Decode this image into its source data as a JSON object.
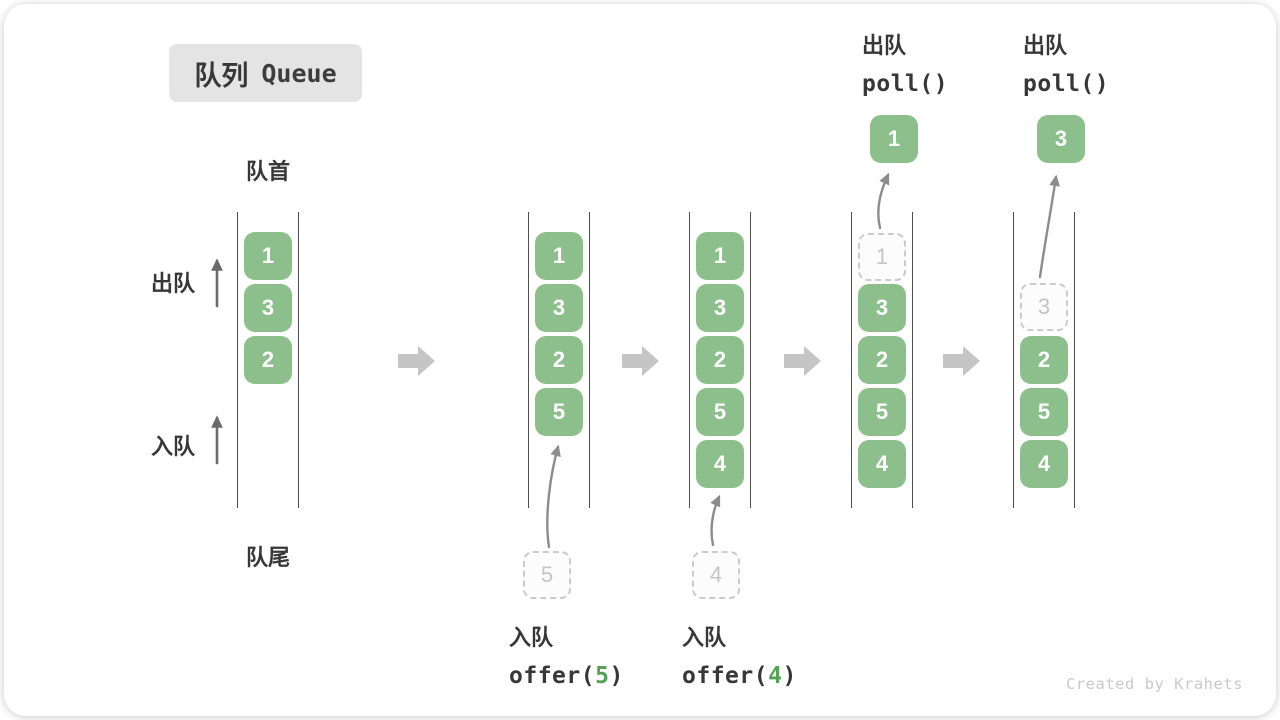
{
  "title": {
    "zh": "队列",
    "en": "Queue"
  },
  "labels": {
    "front": "队首",
    "rear": "队尾",
    "dequeue": "出队",
    "enqueue": "入队"
  },
  "ops": {
    "enqueue5": {
      "label": "入队",
      "fn": "offer(",
      "arg": "5",
      "close": ")"
    },
    "enqueue4": {
      "label": "入队",
      "fn": "offer(",
      "arg": "4",
      "close": ")"
    },
    "poll_a": {
      "label": "出队",
      "code": "poll()"
    },
    "poll_b": {
      "label": "出队",
      "code": "poll()"
    }
  },
  "states": [
    {
      "blocks": [
        "1",
        "3",
        "2"
      ]
    },
    {
      "blocks": [
        "1",
        "3",
        "2",
        "5"
      ],
      "ghost": "5"
    },
    {
      "blocks": [
        "1",
        "3",
        "2",
        "5",
        "4"
      ],
      "ghost": "4"
    },
    {
      "blocks": [
        "3",
        "2",
        "5",
        "4"
      ],
      "ghost": "1",
      "popped": "1"
    },
    {
      "blocks": [
        "2",
        "5",
        "4"
      ],
      "ghost": "3",
      "popped": "3"
    }
  ],
  "watermark": "Created by Krahets",
  "colors": {
    "block_green": "#8dbf8d",
    "accent_green": "#56a156",
    "line_dark": "#4f4f4f",
    "arrow_gray": "#c5c5c5",
    "curve_gray": "#8c8c8c",
    "up_arrow": "#6a6a6a",
    "dash_border": "#cbcbcb",
    "ghost_text": "#c4c4c4",
    "badge_bg": "#e4e4e4",
    "text_dark": "#373737",
    "watermark": "#c9c9c9"
  }
}
